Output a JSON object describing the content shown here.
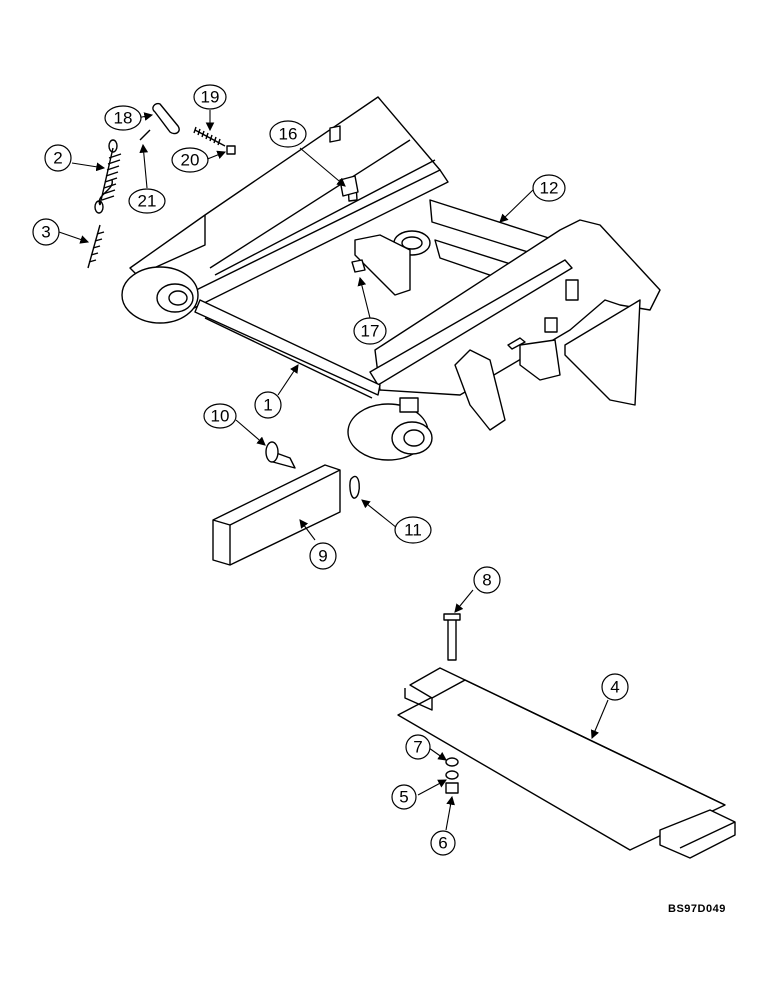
{
  "diagram": {
    "reference_code": "BS97D049",
    "callouts": [
      {
        "id": "1",
        "label": "1"
      },
      {
        "id": "2",
        "label": "2"
      },
      {
        "id": "3",
        "label": "3"
      },
      {
        "id": "4",
        "label": "4"
      },
      {
        "id": "5",
        "label": "5"
      },
      {
        "id": "6",
        "label": "6"
      },
      {
        "id": "7",
        "label": "7"
      },
      {
        "id": "8",
        "label": "8"
      },
      {
        "id": "9",
        "label": "9"
      },
      {
        "id": "10",
        "label": "10"
      },
      {
        "id": "11",
        "label": "11"
      },
      {
        "id": "12",
        "label": "12"
      },
      {
        "id": "16",
        "label": "16"
      },
      {
        "id": "17",
        "label": "17"
      },
      {
        "id": "18",
        "label": "18"
      },
      {
        "id": "19",
        "label": "19"
      },
      {
        "id": "20",
        "label": "20"
      },
      {
        "id": "21",
        "label": "21"
      }
    ]
  }
}
